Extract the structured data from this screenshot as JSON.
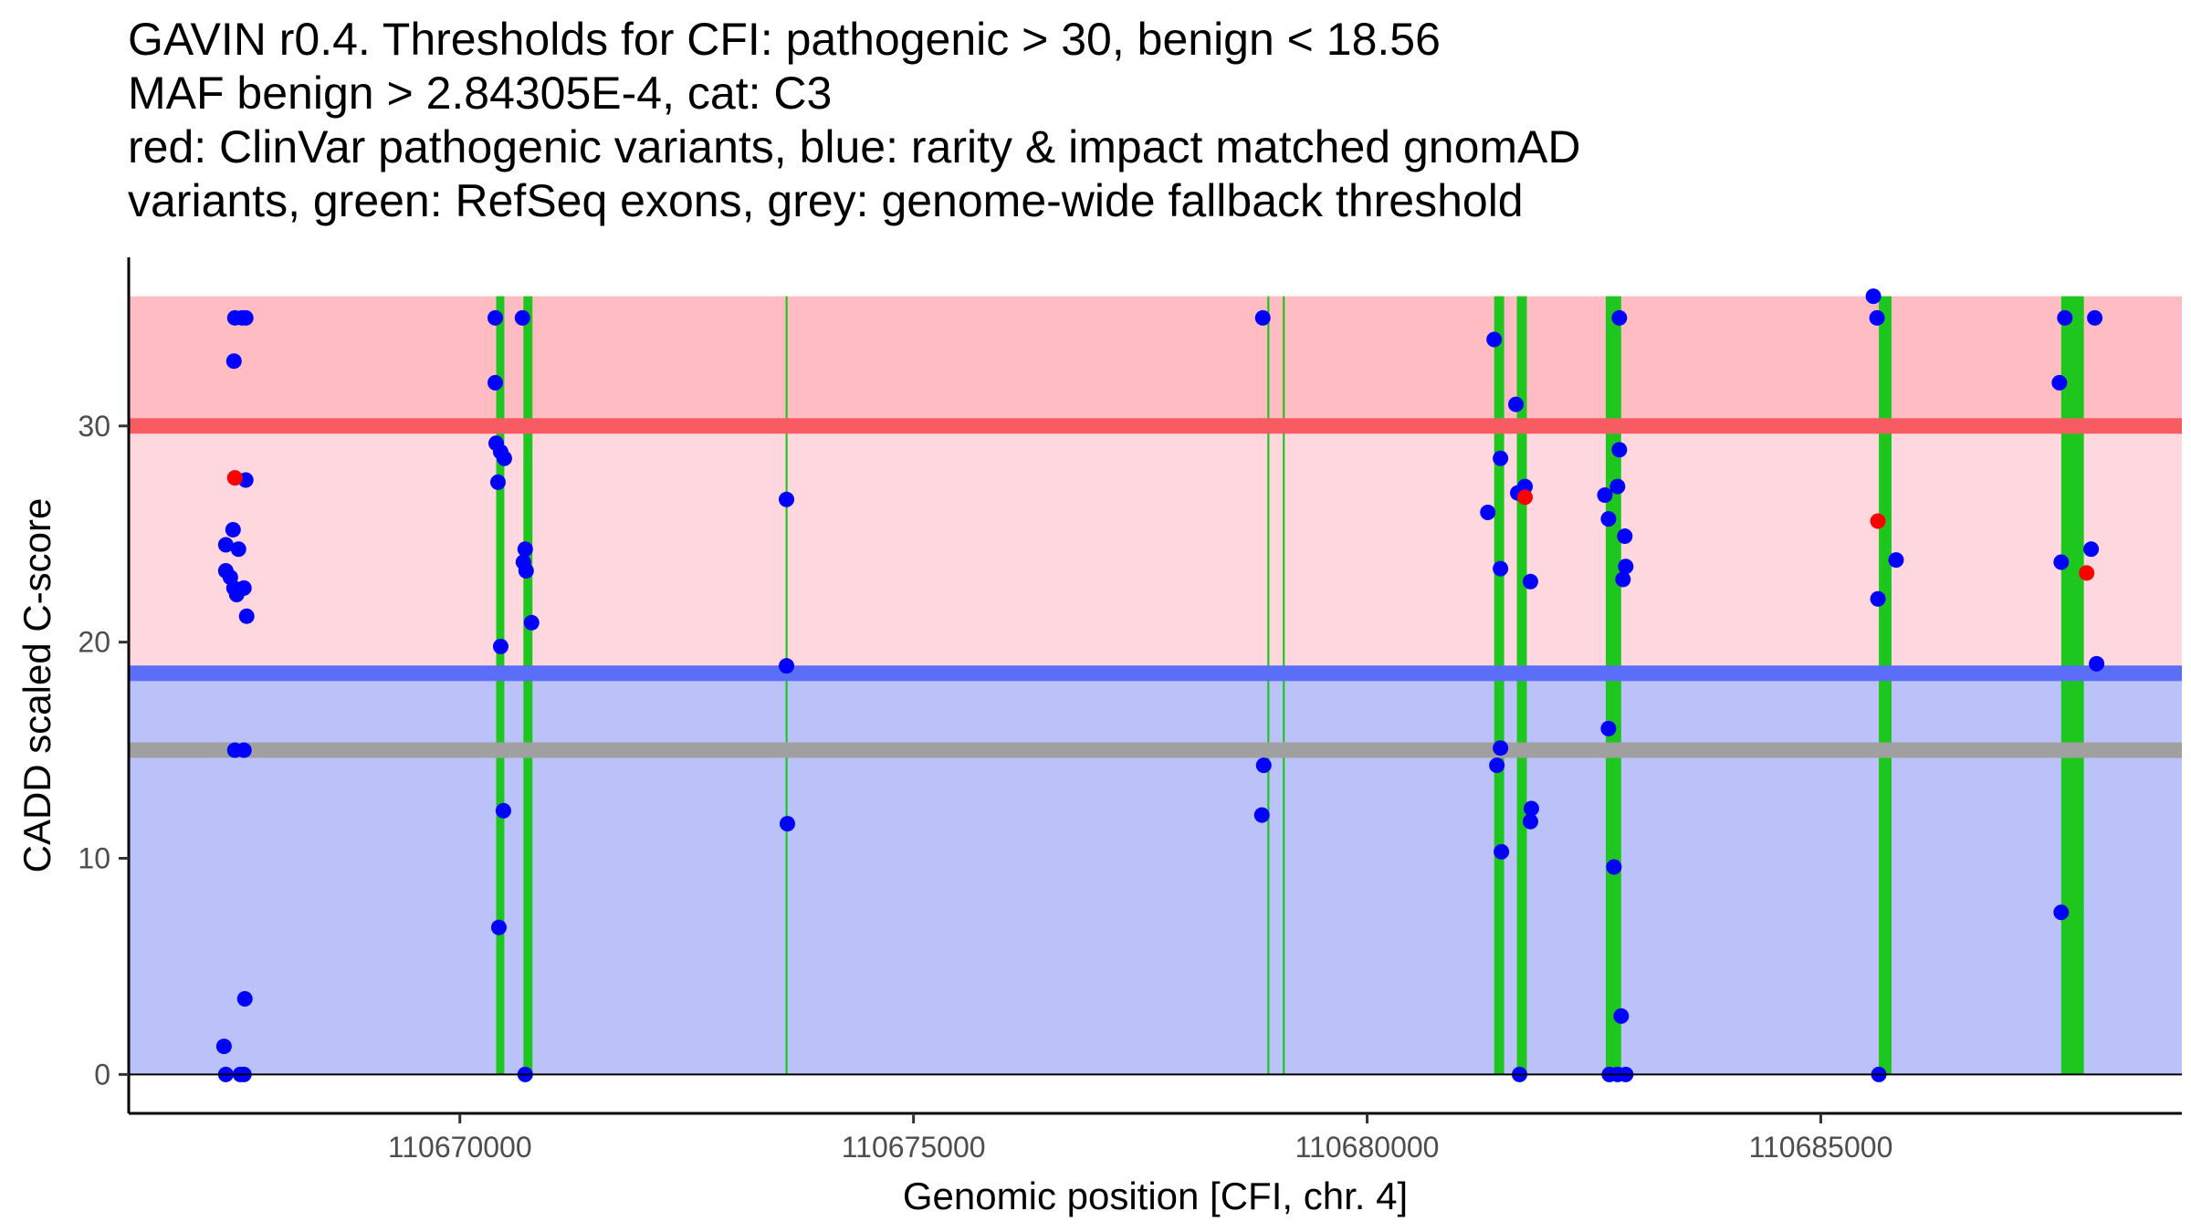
{
  "chart_data": {
    "type": "scatter",
    "title_lines": [
      "GAVIN r0.4. Thresholds for CFI: pathogenic > 30, benign < 18.56",
      "MAF benign > 2.84305E-4, cat: C3",
      "red: ClinVar pathogenic variants, blue: rarity & impact matched gnomAD",
      "variants, green: RefSeq exons, grey: genome-wide fallback threshold"
    ],
    "xlabel": "Genomic position [CFI, chr. 4]",
    "ylabel": "CADD scaled C-score",
    "xlim": [
      110666350,
      110688980
    ],
    "ylim": [
      -1.8,
      37.8
    ],
    "x_ticks": [
      110670000,
      110675000,
      110680000,
      110685000
    ],
    "y_ticks": [
      0,
      10,
      20,
      30
    ],
    "thresholds": {
      "pathogenic": 30,
      "benign": 18.56,
      "fallback": 15
    },
    "regions": [
      {
        "kind": "pathogenic",
        "from": 30,
        "to": 36,
        "color": "#ffbcc3"
      },
      {
        "kind": "between",
        "from": 18.56,
        "to": 30,
        "color": "#ffd8df"
      },
      {
        "kind": "benign",
        "from": 0,
        "to": 18.56,
        "color": "#bbc1f9"
      }
    ],
    "threshold_lines": [
      {
        "kind": "pathogenic",
        "y": 30,
        "color": "#f95b63"
      },
      {
        "kind": "benign",
        "y": 18.56,
        "color": "#5a6ef7"
      },
      {
        "kind": "fallback",
        "y": 15,
        "color": "#a0a0a0"
      }
    ],
    "exons": [
      [
        110670400,
        110670490
      ],
      [
        110670700,
        110670800
      ],
      [
        110673590,
        110673610
      ],
      [
        110678900,
        110678915
      ],
      [
        110679070,
        110679085
      ],
      [
        110681400,
        110681510
      ],
      [
        110681650,
        110681760
      ],
      [
        110682630,
        110682800
      ],
      [
        110685640,
        110685780
      ],
      [
        110687650,
        110687900
      ]
    ],
    "series": [
      {
        "name": "ClinVar pathogenic variants",
        "color": "#ff0000",
        "points": [
          [
            110667520,
            27.6
          ],
          [
            110681740,
            26.7
          ],
          [
            110685630,
            25.6
          ],
          [
            110687930,
            23.2
          ]
        ]
      },
      {
        "name": "rarity & impact matched gnomAD variants",
        "color": "#0000ff",
        "points": [
          [
            110667520,
            35
          ],
          [
            110667600,
            35
          ],
          [
            110667640,
            35
          ],
          [
            110667510,
            33
          ],
          [
            110667640,
            27.5
          ],
          [
            110667500,
            25.2
          ],
          [
            110667420,
            24.5
          ],
          [
            110667560,
            24.3
          ],
          [
            110667420,
            23.3
          ],
          [
            110667470,
            23
          ],
          [
            110667510,
            22.5
          ],
          [
            110667620,
            22.5
          ],
          [
            110667540,
            22.2
          ],
          [
            110667650,
            21.2
          ],
          [
            110667520,
            15
          ],
          [
            110667620,
            15
          ],
          [
            110667630,
            3.5
          ],
          [
            110667400,
            1.3
          ],
          [
            110667420,
            0
          ],
          [
            110667580,
            0
          ],
          [
            110667620,
            0
          ],
          [
            110670390,
            35
          ],
          [
            110670390,
            32
          ],
          [
            110670400,
            29.2
          ],
          [
            110670450,
            28.8
          ],
          [
            110670490,
            28.5
          ],
          [
            110670420,
            27.4
          ],
          [
            110670450,
            19.8
          ],
          [
            110670480,
            12.2
          ],
          [
            110670430,
            6.8
          ],
          [
            110670690,
            35
          ],
          [
            110670720,
            24.3
          ],
          [
            110670700,
            23.7
          ],
          [
            110670730,
            23.3
          ],
          [
            110670790,
            20.9
          ],
          [
            110670720,
            0
          ],
          [
            110673600,
            26.6
          ],
          [
            110673600,
            18.9
          ],
          [
            110673610,
            11.6
          ],
          [
            110678850,
            35
          ],
          [
            110678860,
            14.3
          ],
          [
            110678840,
            12
          ],
          [
            110681400,
            34
          ],
          [
            110681470,
            28.5
          ],
          [
            110681330,
            26
          ],
          [
            110681470,
            23.4
          ],
          [
            110681470,
            15.1
          ],
          [
            110681430,
            14.3
          ],
          [
            110681480,
            10.3
          ],
          [
            110681640,
            31
          ],
          [
            110681740,
            27.2
          ],
          [
            110681660,
            26.9
          ],
          [
            110681800,
            22.8
          ],
          [
            110681810,
            12.3
          ],
          [
            110681800,
            11.7
          ],
          [
            110681680,
            0
          ],
          [
            110682780,
            35
          ],
          [
            110682780,
            28.9
          ],
          [
            110682760,
            27.2
          ],
          [
            110682620,
            26.8
          ],
          [
            110682660,
            25.7
          ],
          [
            110682840,
            24.9
          ],
          [
            110682850,
            23.5
          ],
          [
            110682820,
            22.9
          ],
          [
            110682660,
            16
          ],
          [
            110682720,
            9.6
          ],
          [
            110682800,
            2.7
          ],
          [
            110682670,
            0
          ],
          [
            110682760,
            0
          ],
          [
            110682850,
            0
          ],
          [
            110685580,
            36
          ],
          [
            110685620,
            35
          ],
          [
            110685630,
            22
          ],
          [
            110685830,
            23.8
          ],
          [
            110685640,
            0
          ],
          [
            110687630,
            32
          ],
          [
            110687650,
            23.7
          ],
          [
            110687690,
            35
          ],
          [
            110687650,
            7.5
          ],
          [
            110688020,
            35
          ],
          [
            110687980,
            24.3
          ],
          [
            110688040,
            19
          ]
        ]
      }
    ]
  }
}
